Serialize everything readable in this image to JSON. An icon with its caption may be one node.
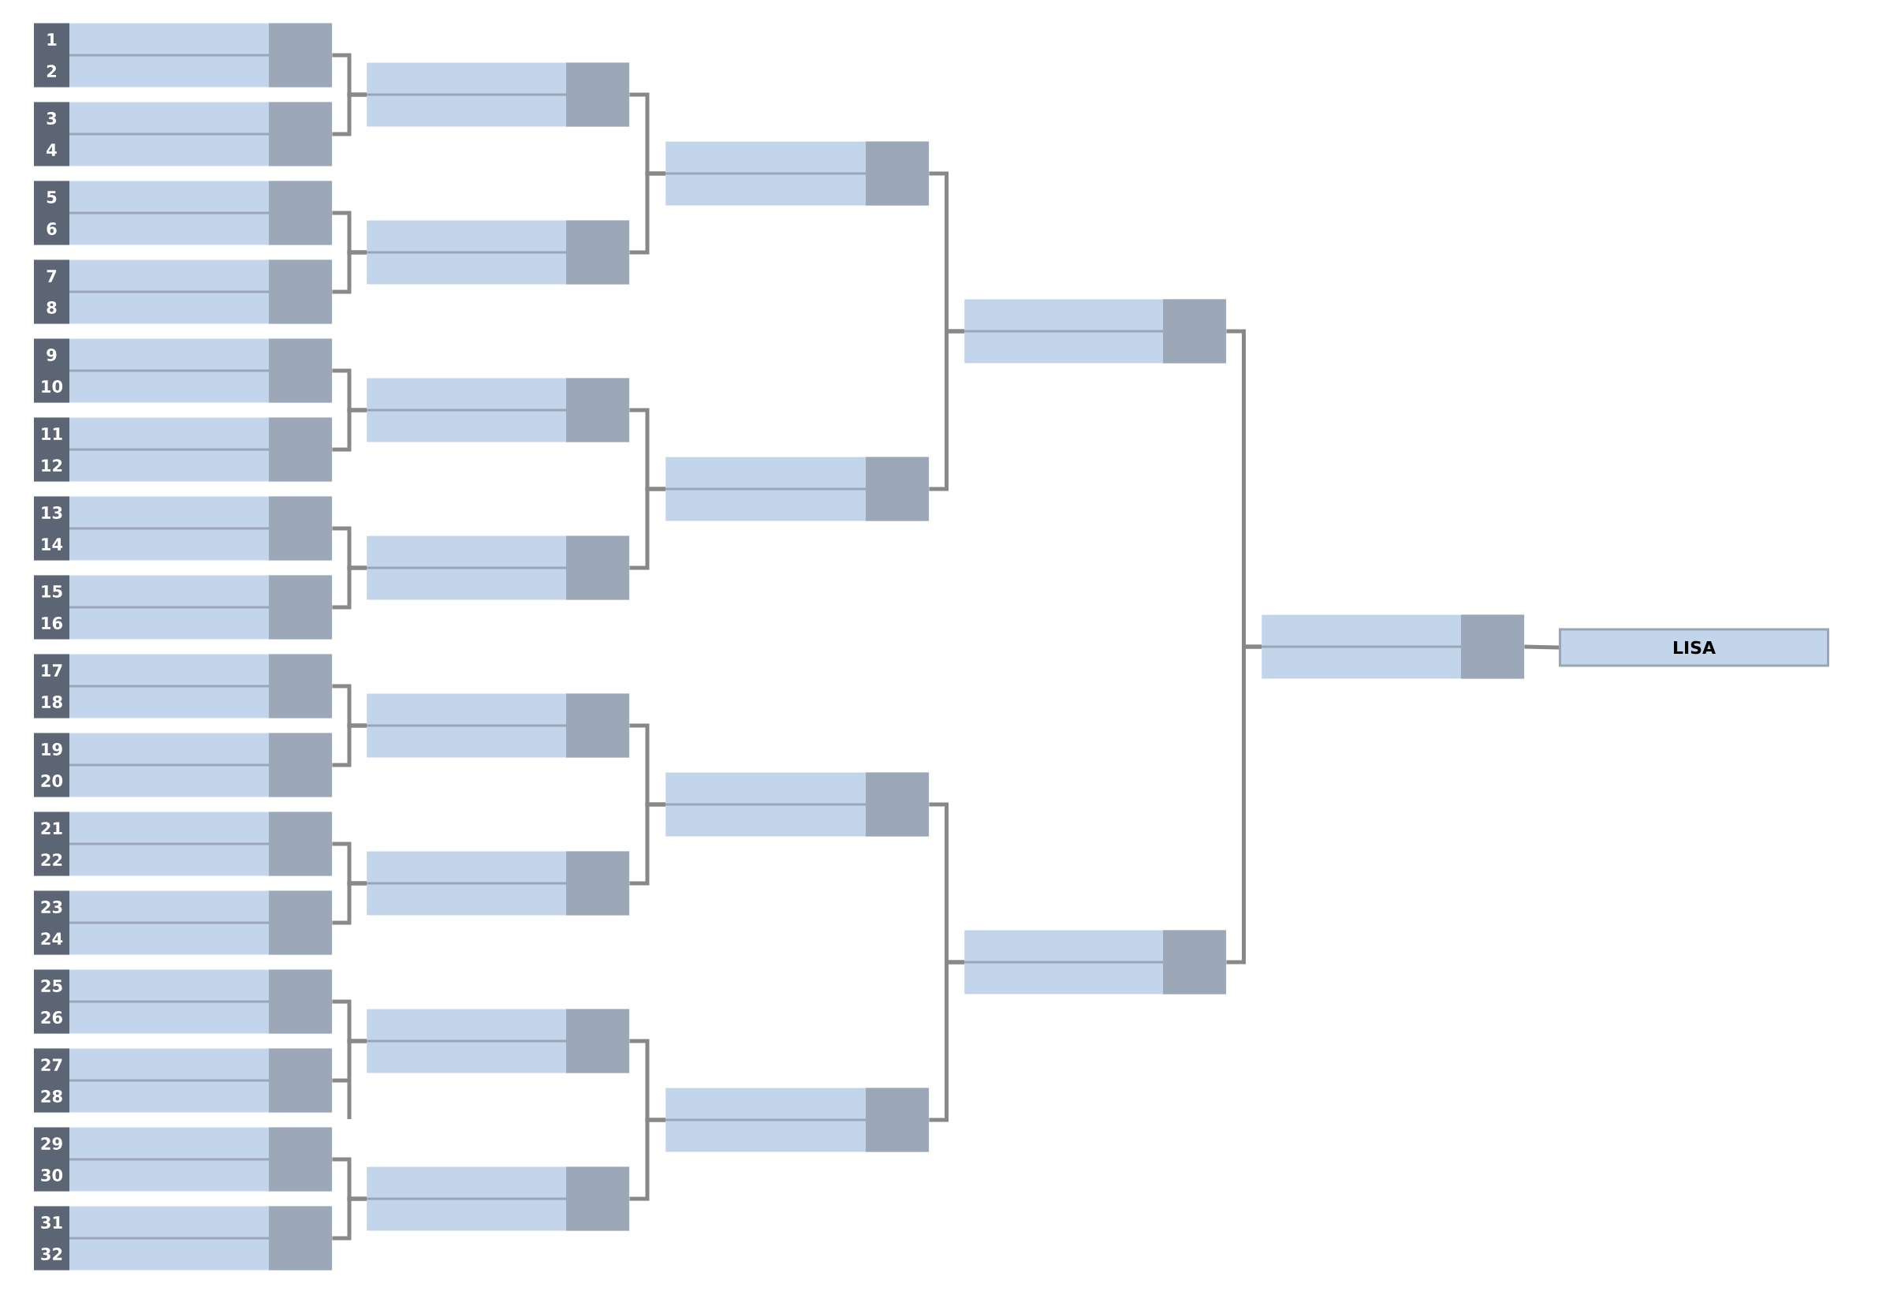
{
  "diagram": {
    "nodes": [
      {
        "text": [
          "1",
          "2"
        ]
      },
      {
        "text": [
          "3",
          "4"
        ]
      },
      {
        "text": [
          "5",
          "6"
        ]
      },
      {
        "text": [
          "7",
          "8"
        ]
      },
      {
        "text": [
          "9",
          "10"
        ]
      },
      {
        "text": [
          "11",
          "12"
        ]
      },
      {
        "text": [
          "13",
          "14"
        ]
      },
      {
        "text": [
          "15",
          "16"
        ]
      },
      {
        "text": [
          "17",
          "18"
        ]
      },
      {
        "text": [
          "19",
          "20"
        ]
      },
      {
        "text": [
          "21",
          "22"
        ]
      },
      {
        "text": [
          "23",
          "24"
        ]
      },
      {
        "text": [
          "25",
          "26"
        ]
      },
      {
        "text": [
          "27",
          "28"
        ]
      },
      {
        "text": [
          "29",
          "30"
        ]
      },
      {
        "text": [
          "31",
          "32"
        ]
      },
      {
        "text": [],
        "shape": "box"
      },
      {
        "text": [],
        "shape": "box"
      },
      {
        "text": [],
        "shape": "box"
      },
      {
        "text": [],
        "shape": "box"
      },
      {
        "text": [],
        "shape": "box"
      },
      {
        "text": [],
        "shape": "box"
      },
      {
        "text": [],
        "shape": "box"
      },
      {
        "text": [],
        "shape": "box"
      },
      {
        "text": [],
        "shape": "box"
      },
      {
        "text": [],
        "shape": "box"
      },
      {
        "text": [],
        "shape": "box"
      },
      {
        "text": [],
        "shape": "box"
      },
      {
        "text": [],
        "shape": "box"
      },
      {
        "text": [],
        "shape": "box"
      },
      {
        "text": [],
        "shape": "box"
      },
      {
        "text": [
          "LISA"
        ]
      }
    ],
    "edges": [
      {
        "from": 0,
        "to": 16,
        "arrow": "none"
      },
      {
        "from": 1,
        "to": 16,
        "arrow": "none"
      },
      {
        "from": 2,
        "to": 17,
        "arrow": "none"
      },
      {
        "from": 3,
        "to": 17,
        "arrow": "none"
      },
      {
        "from": 4,
        "to": 18,
        "arrow": "none"
      },
      {
        "from": 5,
        "to": 18,
        "arrow": "none"
      },
      {
        "from": 6,
        "to": 19,
        "arrow": "none"
      },
      {
        "from": 7,
        "to": 19,
        "arrow": "none"
      },
      {
        "from": 8,
        "to": 20,
        "arrow": "none"
      },
      {
        "from": 9,
        "to": 20,
        "arrow": "none"
      },
      {
        "from": 10,
        "to": 21,
        "arrow": "none"
      },
      {
        "from": 11,
        "to": 21,
        "arrow": "none"
      },
      {
        "from": 12,
        "to": 22,
        "arrow": "none"
      },
      {
        "from": 13,
        "to": 22,
        "arrow": "none"
      },
      {
        "from": 14,
        "to": 23,
        "arrow": "none"
      },
      {
        "from": 15,
        "to": 23,
        "arrow": "none"
      },
      {
        "from": 16,
        "to": 24,
        "arrow": "none"
      },
      {
        "from": 17,
        "to": 24,
        "arrow": "none"
      },
      {
        "from": 18,
        "to": 25,
        "arrow": "none"
      },
      {
        "from": 19,
        "to": 25,
        "arrow": "none"
      },
      {
        "from": 20,
        "to": 26,
        "arrow": "none"
      },
      {
        "from": 21,
        "to": 26,
        "arrow": "none"
      },
      {
        "from": 22,
        "to": 27,
        "arrow": "none"
      },
      {
        "from": 23,
        "to": 27,
        "arrow": "none"
      },
      {
        "from": 24,
        "to": 28,
        "arrow": "none"
      },
      {
        "from": 25,
        "to": 28,
        "arrow": "none"
      },
      {
        "from": 26,
        "to": 29,
        "arrow": "none"
      },
      {
        "from": 27,
        "to": 29,
        "arrow": "none"
      },
      {
        "from": 28,
        "to": 30,
        "arrow": "none"
      },
      {
        "from": 29,
        "to": 30,
        "arrow": "none"
      },
      {
        "from": 30,
        "to": 31,
        "arrow": "none"
      }
    ]
  }
}
